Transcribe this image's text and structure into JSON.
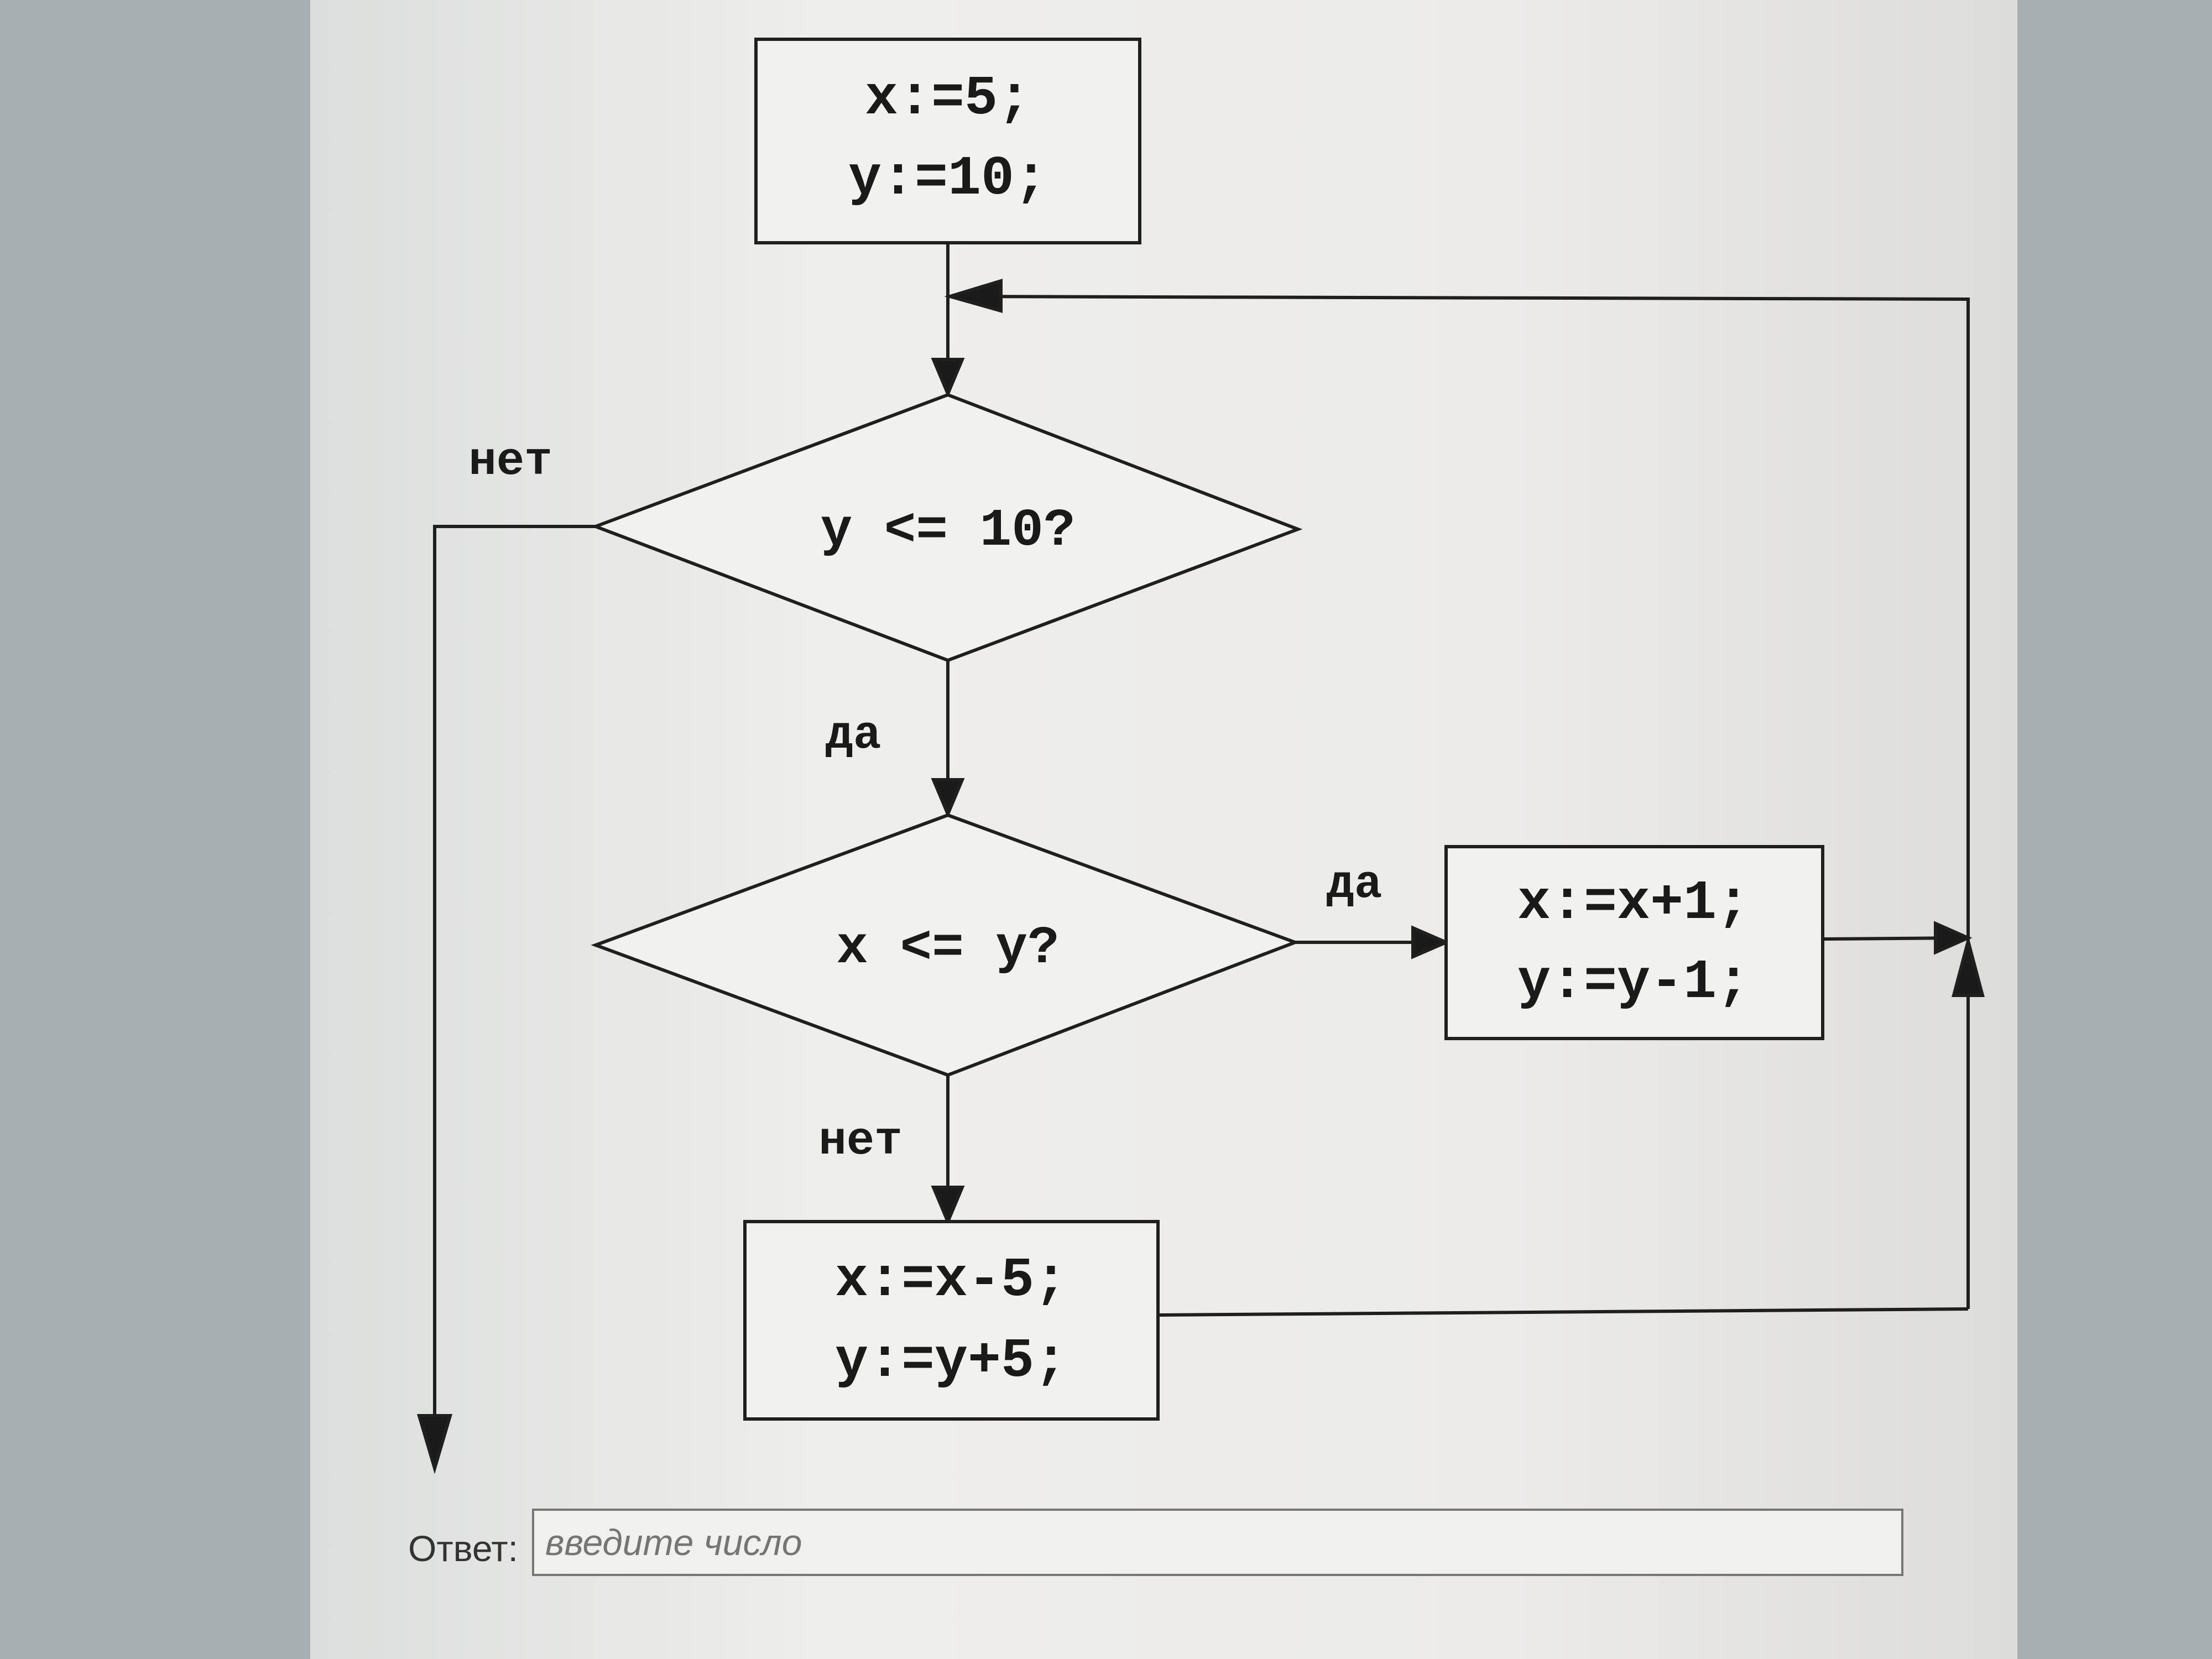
{
  "flowchart": {
    "init_box": [
      "x:=5;",
      "y:=10;"
    ],
    "condition1": "y <= 10?",
    "condition1_no": "нет",
    "condition1_yes": "да",
    "condition2": "x <= y?",
    "condition2_yes": "да",
    "condition2_no": "нет",
    "yes_box": [
      "x:=x+1;",
      "y:=y-1;"
    ],
    "no_box": [
      "x:=x-5;",
      "y:=y+5;"
    ]
  },
  "answer": {
    "label": "Ответ:",
    "placeholder": "введите число"
  }
}
